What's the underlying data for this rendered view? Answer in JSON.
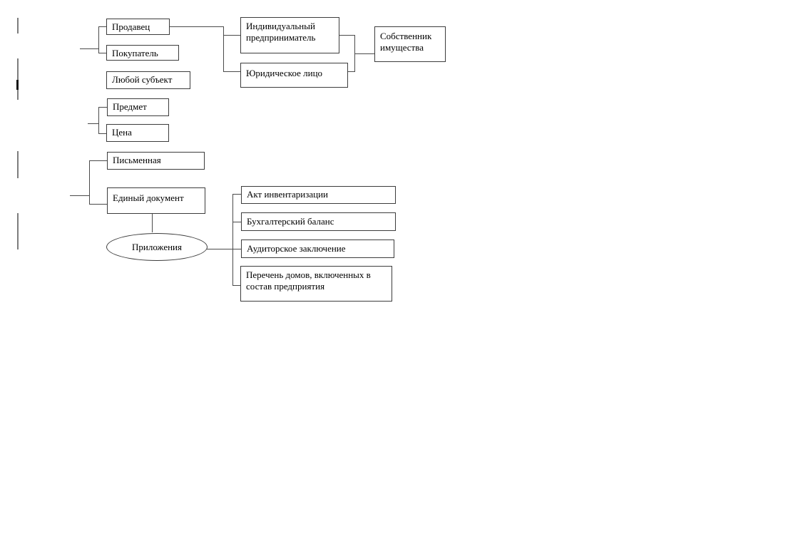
{
  "diagram": {
    "parties": {
      "seller": "Продавец",
      "buyer": "Покупатель",
      "any_subject": "Любой субъект"
    },
    "terms": {
      "subject": "Предмет",
      "price": "Цена"
    },
    "form": {
      "written": "Письменная",
      "single_document": "Единый документ",
      "attachments": "Приложения"
    },
    "seller_types": {
      "individual_entrepreneur": "Индивидуальный предприниматель",
      "legal_entity": "Юридическое лицо",
      "property_owner": "Собственник имущества"
    },
    "attachment_items": {
      "inventory_act": "Акт инвентаризации",
      "balance_sheet": "Бухгалтерский баланс",
      "audit_report": "Аудиторское заключение",
      "house_list": "Перечень домов, включенных в состав предприятия"
    },
    "colors": {
      "background": "#ffffff",
      "box_border": "#3c3c3c",
      "connector_line": "#4a4a4a",
      "change_bar_gray": "#7d7d7d",
      "change_bar_black": "#151515"
    }
  }
}
